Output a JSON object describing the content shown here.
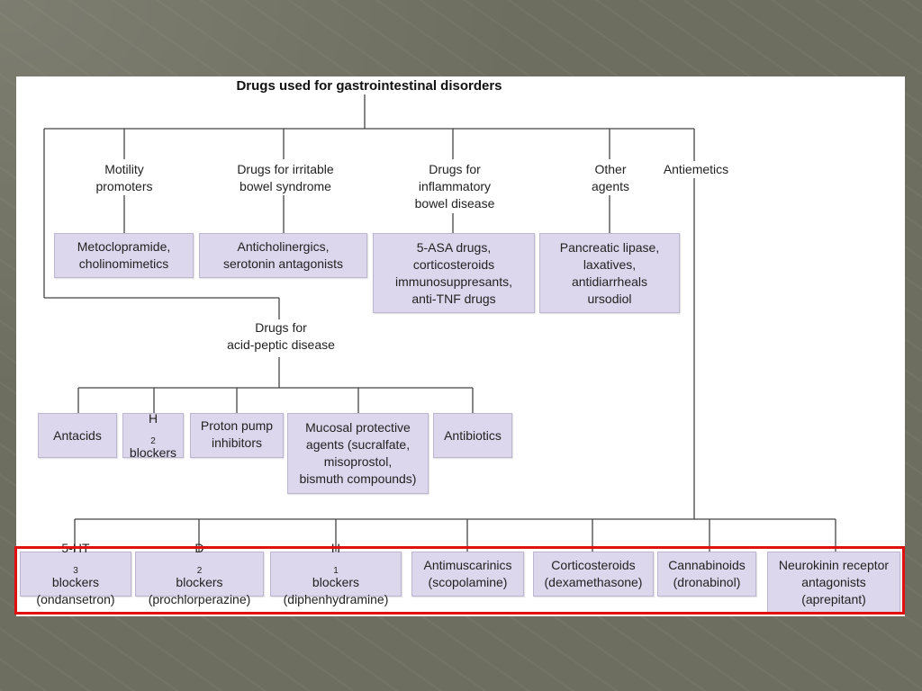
{
  "title": "Drugs used for gastrointestinal disorders",
  "categories": {
    "motility": "Motility\npromoters",
    "ibs": "Drugs for irritable\nbowel syndrome",
    "ibd": "Drugs for\ninflammatory\nbowel disease",
    "other": "Other\nagents",
    "antiemetics": "Antiemetics",
    "acid_peptic": "Drugs for\nacid-peptic disease"
  },
  "boxes": {
    "motility": "Metoclopramide,\ncholinomimetics",
    "ibs": "Anticholinergics,\nserotonin antagonists",
    "ibd": "5-ASA drugs,\ncorticosteroids\nimmunosuppresants,\nanti-TNF drugs",
    "other": "Pancreatic lipase,\nlaxatives,\nantidiarrheals\nursodiol"
  },
  "acid_peptic_items": {
    "antacids": "Antacids",
    "h2_base": "H",
    "h2_sub": "2",
    "h2_rest": "blockers",
    "ppi": "Proton pump\ninhibitors",
    "mucosal": "Mucosal protective\nagents (sucralfate,\nmisoprostol,\nbismuth compounds)",
    "antibiotics": "Antibiotics"
  },
  "antiemetic_items": {
    "ht3_pre": "5-HT",
    "ht3_sub": "3",
    "ht3_post": " blockers",
    "ht3_example": "(ondansetron)",
    "d2_pre": "D",
    "d2_sub": "2",
    "d2_post": " blockers",
    "d2_example": "(prochlorperazine)",
    "h1_pre": "H",
    "h1_sub": "1",
    "h1_post": " blockers",
    "h1_example": "(diphenhydramine)",
    "antimuscarinics": "Antimuscarinics\n(scopolamine)",
    "corticosteroids": "Corticosteroids\n(dexamethasone)",
    "cannabinoids": "Cannabinoids\n(dronabinol)",
    "neurokinin": "Neurokinin receptor\nantagonists\n(aprepitant)"
  },
  "colors": {
    "box_fill": "#dcd7ec",
    "highlight_border": "#e01010",
    "background": "#6e6e60"
  }
}
